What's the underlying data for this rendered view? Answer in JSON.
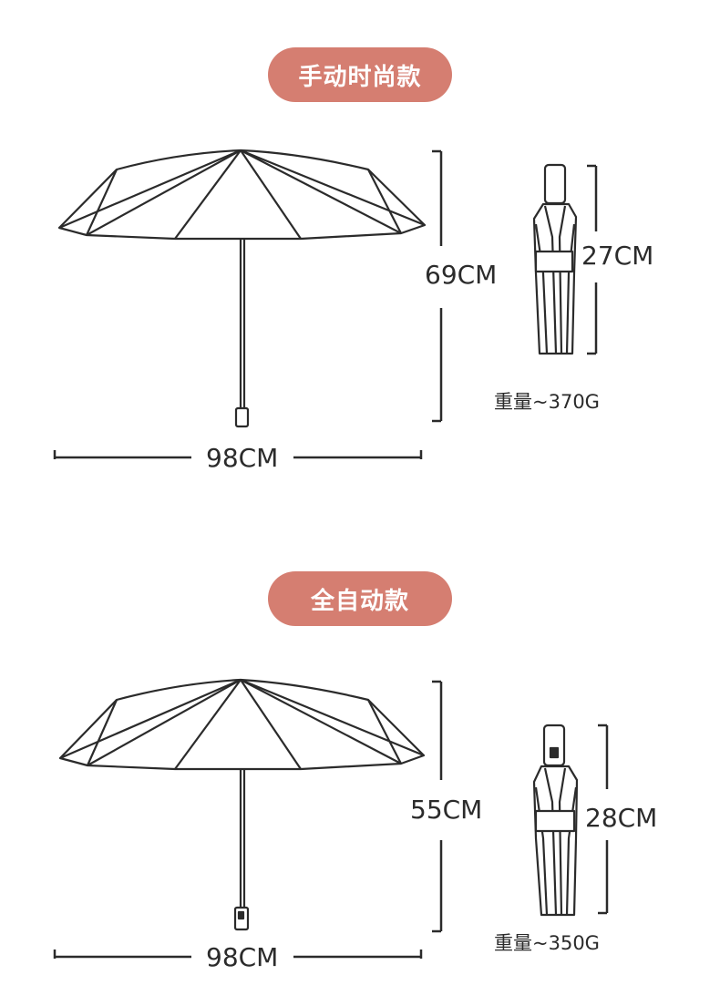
{
  "sections": [
    {
      "title": "手动时尚款",
      "open_height": "69CM",
      "open_width": "98CM",
      "folded_height": "27CM",
      "weight": "重量~370G"
    },
    {
      "title": "全自动款",
      "open_height": "55CM",
      "open_width": "98CM",
      "folded_height": "28CM",
      "weight": "重量~350G"
    }
  ],
  "colors": {
    "accent": "#d57e71",
    "line": "#2b2b2b",
    "background": "#ffffff"
  },
  "icons": [
    "open-umbrella-icon",
    "folded-umbrella-icon"
  ]
}
